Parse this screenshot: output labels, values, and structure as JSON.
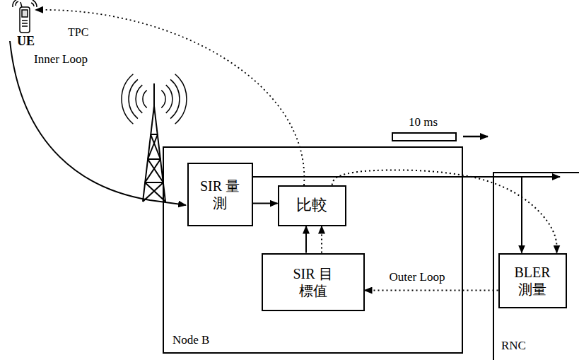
{
  "diagram": {
    "nodes": [
      {
        "text": [
          "Node B"
        ]
      },
      {
        "text": [
          "SIR 量測"
        ],
        "in": 0
      },
      {
        "text": [
          "比較"
        ],
        "in": 0
      },
      {
        "text": [
          "SIR 目標值"
        ],
        "in": 0
      },
      {
        "text": [
          "RNC"
        ]
      },
      {
        "text": [
          "BLER 測量"
        ],
        "in": 4
      }
    ],
    "edges": [
      {
        "from": 1,
        "to": 2,
        "arrow": "to"
      },
      {
        "from": 3,
        "to": 2,
        "arrow": "to"
      },
      {
        "from": 3,
        "to": 2,
        "arrow": "to"
      },
      {
        "from": 5,
        "to": 3,
        "label": "Outer Loop",
        "arrow": "to"
      },
      {
        "from": 1,
        "to": 5,
        "arrow": "to"
      },
      {
        "from": 2,
        "to": 5,
        "arrow": "to"
      }
    ],
    "labels": [
      "UE",
      "TPC",
      "Inner Loop",
      "10 ms"
    ]
  }
}
